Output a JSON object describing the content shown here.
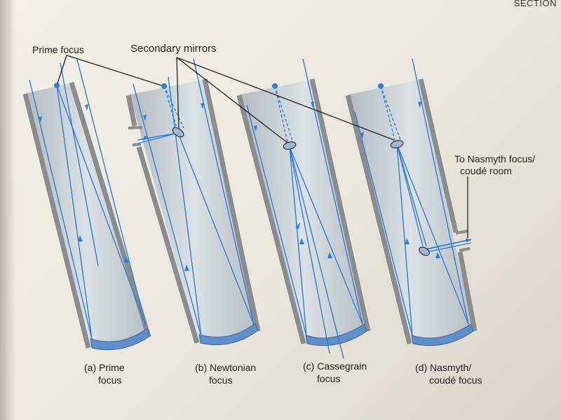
{
  "header": {
    "section": "SECTION"
  },
  "labels": {
    "prime_focus": "Prime focus",
    "secondary_mirrors": "Secondary mirrors",
    "nasmyth_line1": "To Nasmyth focus/",
    "nasmyth_line2": "coudé room"
  },
  "captions": [
    {
      "letter": "(a)",
      "line1": "Prime",
      "line2": "focus"
    },
    {
      "letter": "(b)",
      "line1": "Newtonian",
      "line2": "focus"
    },
    {
      "letter": "(c)",
      "line1": "Cassegrain",
      "line2": "focus"
    },
    {
      "letter": "(d)",
      "line1": "Nasmyth/",
      "line2": "coudé focus"
    }
  ],
  "colors": {
    "ray": "#2f7fd6",
    "tube_wall": "#8a8d90",
    "tube_fill": "#c6ced3",
    "mirror": "#5c8fcb",
    "leader": "#222222"
  }
}
